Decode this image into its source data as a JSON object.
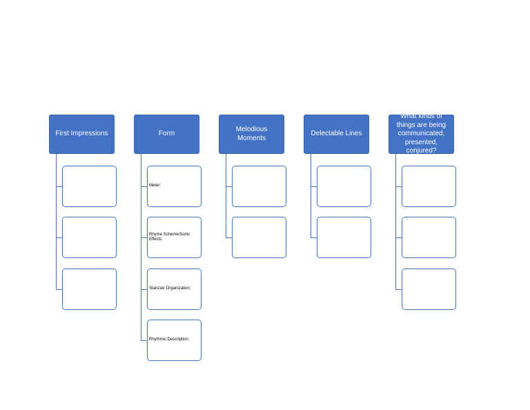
{
  "colors": {
    "header_fill": "#4472c4",
    "header_text": "#ffffff",
    "child_border": "#4472c4",
    "connector": "#4472c4"
  },
  "columns": [
    {
      "key": "first-impressions",
      "title": "First Impressions",
      "children": [
        "",
        "",
        ""
      ]
    },
    {
      "key": "form",
      "title": "Form",
      "children": [
        "Meter:",
        "Rhyme Scheme/Sonic Effects:",
        "Stanzaic Organization:",
        "Rhythmic Description:"
      ]
    },
    {
      "key": "melodious-moments",
      "title": "Melodious Moments",
      "children": [
        "",
        ""
      ]
    },
    {
      "key": "delectable-lines",
      "title": "Delectable Lines",
      "children": [
        "",
        ""
      ]
    },
    {
      "key": "communicated",
      "title": "What kinds of things are being communicated, presented, conjured?",
      "children": [
        "",
        "",
        ""
      ]
    }
  ]
}
